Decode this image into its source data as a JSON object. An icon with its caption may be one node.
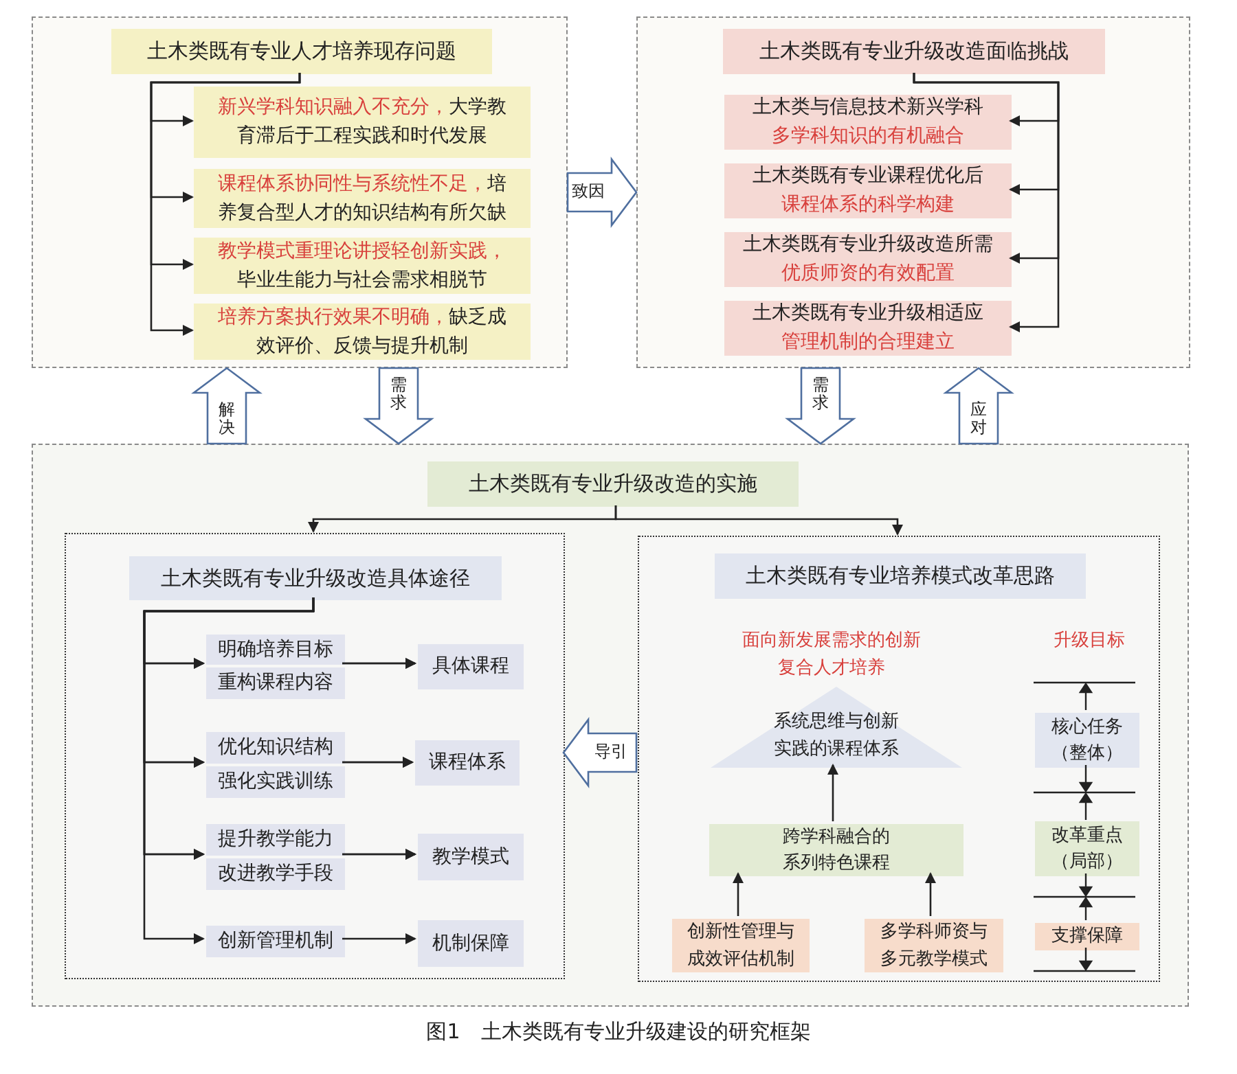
{
  "diagram": {
    "caption": "图1　土木类既有专业升级建设的研究框架",
    "nodes": [
      {
        "text": [],
        "shape": "box"
      },
      {
        "text": [
          "土木类既有专业人才培养现存问题"
        ],
        "in": 0
      },
      {
        "text": [
          "新兴学科知识融入不充分，",
          "大学教育滞后于工程实践和时代发展"
        ],
        "in": 0
      },
      {
        "text": [
          "课程体系协同性与系统性不足，",
          "培养复合型人才的知识结构有所欠缺"
        ],
        "in": 0
      },
      {
        "text": [
          "教学模式重理论讲授轻创新实践，",
          "毕业生能力与社会需求相脱节"
        ],
        "in": 0
      },
      {
        "text": [
          "培养方案执行效果不明确，",
          "缺乏成效评价、反馈与提升机制"
        ],
        "in": 0
      },
      {
        "text": [],
        "shape": "box"
      },
      {
        "text": [
          "土木类既有专业升级改造面临挑战"
        ],
        "in": 6
      },
      {
        "text": [
          "土木类与信息技术新兴学科",
          "多学科知识的有机融合"
        ],
        "in": 6
      },
      {
        "text": [
          "土木类既有专业课程优化后",
          "课程体系的科学构建"
        ],
        "in": 6
      },
      {
        "text": [
          "土木类既有专业升级改造所需",
          "优质师资的有效配置"
        ],
        "in": 6
      },
      {
        "text": [
          "土木类既有专业升级相适应",
          "管理机制的合理建立"
        ],
        "in": 6
      },
      {
        "text": [],
        "shape": "box"
      },
      {
        "text": [
          "土木类既有专业升级改造的实施"
        ],
        "in": 12
      },
      {
        "text": [],
        "shape": "box",
        "in": 12
      },
      {
        "text": [
          "土木类既有专业升级改造具体途径"
        ],
        "in": 14
      },
      {
        "text": [
          "明确培养目标"
        ],
        "in": 14
      },
      {
        "text": [
          "重构课程内容"
        ],
        "in": 14
      },
      {
        "text": [
          "具体课程"
        ],
        "in": 14
      },
      {
        "text": [
          "优化知识结构"
        ],
        "in": 14
      },
      {
        "text": [
          "强化实践训练"
        ],
        "in": 14
      },
      {
        "text": [
          "课程体系"
        ],
        "in": 14
      },
      {
        "text": [
          "提升教学能力"
        ],
        "in": 14
      },
      {
        "text": [
          "改进教学手段"
        ],
        "in": 14
      },
      {
        "text": [
          "教学模式"
        ],
        "in": 14
      },
      {
        "text": [
          "创新管理机制"
        ],
        "in": 14
      },
      {
        "text": [
          "机制保障"
        ],
        "in": 14
      },
      {
        "text": [],
        "shape": "box",
        "in": 12
      },
      {
        "text": [
          "土木类既有专业培养模式改革思路"
        ],
        "in": 27
      },
      {
        "text": [
          "系统思维与创新实践的课程体系"
        ],
        "in": 27
      },
      {
        "text": [
          "跨学科融合的系列特色课程"
        ],
        "in": 27
      },
      {
        "text": [
          "创新性管理与成效评估机制"
        ],
        "in": 27
      },
      {
        "text": [
          "多学科师资与多元教学模式"
        ],
        "in": 27
      },
      {
        "text": [
          "核心任务（整体）"
        ],
        "in": 27
      },
      {
        "text": [
          "改革重点（局部）"
        ],
        "in": 27
      },
      {
        "text": [
          "支撑保障"
        ],
        "in": 27
      }
    ],
    "edges": [
      {
        "from": 1,
        "to": 2,
        "arrow": "to"
      },
      {
        "from": 1,
        "to": 3,
        "arrow": "to"
      },
      {
        "from": 1,
        "to": 4,
        "arrow": "to"
      },
      {
        "from": 1,
        "to": 5,
        "arrow": "to"
      },
      {
        "from": 7,
        "to": 8,
        "arrow": "to"
      },
      {
        "from": 7,
        "to": 9,
        "arrow": "to"
      },
      {
        "from": 7,
        "to": 10,
        "arrow": "to"
      },
      {
        "from": 7,
        "to": 11,
        "arrow": "to"
      },
      {
        "from": 13,
        "to": 14,
        "arrow": "to"
      },
      {
        "from": 13,
        "to": 27,
        "arrow": "to"
      },
      {
        "from": 15,
        "to": 16,
        "arrow": "to"
      },
      {
        "from": 15,
        "to": 17,
        "arrow": "to"
      },
      {
        "from": 16,
        "to": 18,
        "arrow": "to"
      },
      {
        "from": 17,
        "to": 18,
        "arrow": "to"
      },
      {
        "from": 15,
        "to": 19,
        "arrow": "to"
      },
      {
        "from": 15,
        "to": 20,
        "arrow": "to"
      },
      {
        "from": 19,
        "to": 21,
        "arrow": "to"
      },
      {
        "from": 20,
        "to": 21,
        "arrow": "to"
      },
      {
        "from": 15,
        "to": 22,
        "arrow": "to"
      },
      {
        "from": 15,
        "to": 23,
        "arrow": "to"
      },
      {
        "from": 22,
        "to": 24,
        "arrow": "to"
      },
      {
        "from": 23,
        "to": 24,
        "arrow": "to"
      },
      {
        "from": 15,
        "to": 25,
        "arrow": "to"
      },
      {
        "from": 25,
        "to": 26,
        "arrow": "to"
      },
      {
        "from": 31,
        "to": 30,
        "arrow": "to"
      },
      {
        "from": 32,
        "to": 30,
        "arrow": "to"
      },
      {
        "from": 30,
        "to": 29,
        "arrow": "to"
      },
      {
        "from": 0,
        "to": 6,
        "arrow": "to",
        "style": "thick",
        "label": "致因"
      },
      {
        "from": 12,
        "to": 0,
        "arrow": "to",
        "style": "thick",
        "label": "解决"
      },
      {
        "from": 0,
        "to": 12,
        "arrow": "to",
        "style": "thick",
        "label": "需求"
      },
      {
        "from": 6,
        "to": 12,
        "arrow": "to",
        "style": "thick",
        "label": "需求"
      },
      {
        "from": 12,
        "to": 6,
        "arrow": "to",
        "style": "thick",
        "label": "应对"
      },
      {
        "from": 27,
        "to": 14,
        "arrow": "to",
        "style": "thick",
        "label": "导引"
      }
    ],
    "labels": [
      "面向新发展需求的创新复合人才培养",
      "升级目标"
    ]
  }
}
